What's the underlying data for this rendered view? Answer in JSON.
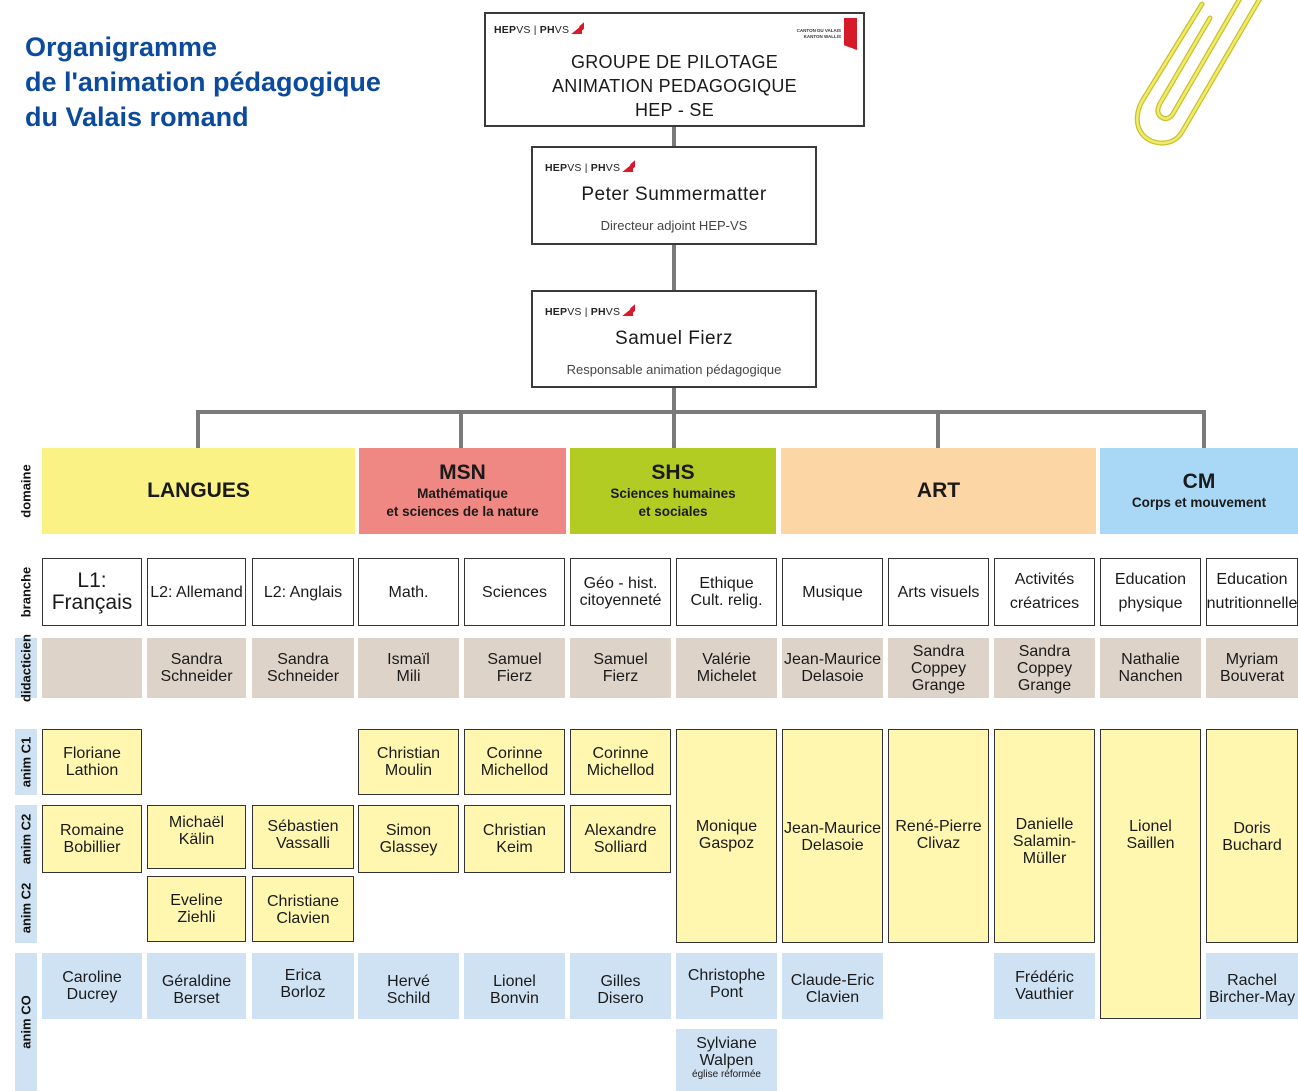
{
  "title": [
    "Organigramme",
    "de l'animation pédagogique",
    "du Valais romand"
  ],
  "logo": {
    "hep": "HEP",
    "vs": "VS",
    "sep": " | ",
    "ph": "PH",
    "vs2": "VS"
  },
  "canton": {
    "line1": "CANTON DU VALAIS",
    "line2": "KANTON WALLIS"
  },
  "top_box": {
    "lines": [
      "GROUPE DE PILOTAGE",
      "ANIMATION PEDAGOGIQUE",
      "HEP - SE"
    ]
  },
  "director": {
    "name": "Peter Summermatter",
    "role": "Directeur adjoint HEP-VS"
  },
  "responsable": {
    "name": "Samuel Fierz",
    "role": "Responsable animation pédagogique"
  },
  "row_labels": {
    "domaine": "domaine",
    "branche": "branche",
    "didacticien": "didacticien",
    "anim_c1": "anim C1",
    "anim_c2a": "anim C2",
    "anim_c2b": "anim C2",
    "anim_co": "anim CO"
  },
  "domains": {
    "langues": {
      "name": "LANGUES",
      "sub": "",
      "color": "#fbf286"
    },
    "msn": {
      "name": "MSN",
      "sub": [
        "Mathématique",
        "et sciences de la nature"
      ],
      "color": "#ef8782"
    },
    "shs": {
      "name": "SHS",
      "sub": [
        "Sciences humaines",
        "et sociales"
      ],
      "color": "#b2cc23"
    },
    "art": {
      "name": "ART",
      "sub": "",
      "color": "#fcd6a4"
    },
    "cm": {
      "name": "CM",
      "sub": [
        "Corps et mouvement"
      ],
      "color": "#a8d8f5"
    }
  },
  "branches": [
    [
      "L1: Français"
    ],
    [
      "L2: Allemand"
    ],
    [
      "L2: Anglais"
    ],
    [
      "Math."
    ],
    [
      "Sciences"
    ],
    [
      "Géo - hist.",
      "citoyenneté"
    ],
    [
      "Ethique",
      "Cult. relig."
    ],
    [
      "Musique"
    ],
    [
      "Arts visuels"
    ],
    [
      "Activités",
      "créatrices"
    ],
    [
      "Education",
      "physique"
    ],
    [
      "Education",
      "nutritionnelle"
    ]
  ],
  "didacticiens": [
    [
      ""
    ],
    [
      "Sandra",
      "Schneider"
    ],
    [
      "Sandra",
      "Schneider"
    ],
    [
      "Ismaïl",
      "Mili"
    ],
    [
      "Samuel",
      "Fierz"
    ],
    [
      "Samuel",
      "Fierz"
    ],
    [
      "Valérie",
      "Michelet"
    ],
    [
      "Jean-Maurice",
      "Delasoie"
    ],
    [
      "Sandra Coppey",
      "Grange"
    ],
    [
      "Sandra Coppey",
      "Grange"
    ],
    [
      "Nathalie",
      "Nanchen"
    ],
    [
      "Myriam",
      "Bouverat"
    ]
  ],
  "anim_c1": {
    "c0": [
      "Floriane",
      "Lathion"
    ],
    "c3": [
      "Christian",
      "Moulin"
    ],
    "c4": [
      "Corinne",
      "Michellod"
    ],
    "c5": [
      "Corinne",
      "Michellod"
    ]
  },
  "anim_c2": {
    "c0": [
      "Romaine",
      "Bobillier"
    ],
    "c1": [
      "Michaël",
      "Kälin"
    ],
    "c2": [
      "Sébastien",
      "Vassalli"
    ],
    "c3": [
      "Simon",
      "Glassey"
    ],
    "c4": [
      "Christian",
      "Keim"
    ],
    "c5": [
      "Alexandre",
      "Solliard"
    ]
  },
  "anim_c2b": {
    "c1": [
      "Eveline",
      "Ziehli"
    ],
    "c2": [
      "Christiane",
      "Clavien"
    ]
  },
  "anim_tall": {
    "c6": [
      "Monique",
      "Gaspoz"
    ],
    "c7": [
      "Jean-Maurice",
      "Delasoie"
    ],
    "c8": [
      "René-Pierre",
      "Clivaz"
    ],
    "c9": [
      "Danielle",
      "Salamin-",
      "Müller"
    ],
    "c10": [
      "Lionel",
      "Saillen"
    ],
    "c11": [
      "Doris",
      "Buchard"
    ]
  },
  "anim_co": {
    "c0": [
      "Caroline",
      "Ducrey"
    ],
    "c1": [
      "Géraldine",
      "Berset"
    ],
    "c2": [
      "Erica",
      "Borloz"
    ],
    "c3": [
      "Hervé",
      "Schild"
    ],
    "c4": [
      "Lionel",
      "Bonvin"
    ],
    "c5": [
      "Gilles",
      "Disero"
    ],
    "c6": [
      "Christophe",
      "Pont"
    ],
    "c7": [
      "Claude-Eric",
      "Clavien"
    ],
    "c9": [
      "Frédéric",
      "Vauthier"
    ],
    "c11": [
      "Rachel",
      "Bircher-May"
    ]
  },
  "anim_extra": {
    "name": [
      "Sylviane",
      "Walpen"
    ],
    "note": "église réformée"
  },
  "icons": {
    "paperclip": "paperclip-icon"
  }
}
